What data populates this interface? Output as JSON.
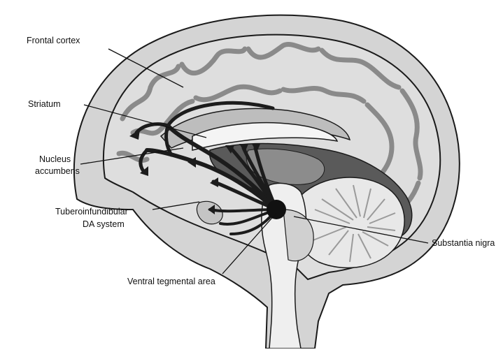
{
  "labels": {
    "frontal_cortex": "Frontal cortex",
    "striatum": "Striatum",
    "nucleus_accumbens_line1": "Nucleus",
    "nucleus_accumbens_line2": "accumbens",
    "tubero_line1": "Tuberoinfundibular",
    "tubero_line2": "DA system",
    "substantia_nigra": "Substantia nigra",
    "ventral_tegmental_area": "Ventral tegmental area"
  },
  "colors": {
    "outline": "#1a1a1a",
    "skull": "#d4d4d4",
    "cortex_light": "#dedede",
    "cortex_mid": "#bdbdbd",
    "deep_dark": "#5a5a5a",
    "pathway": "#1c1c1c",
    "cerebellum": "#e8e8e8"
  }
}
